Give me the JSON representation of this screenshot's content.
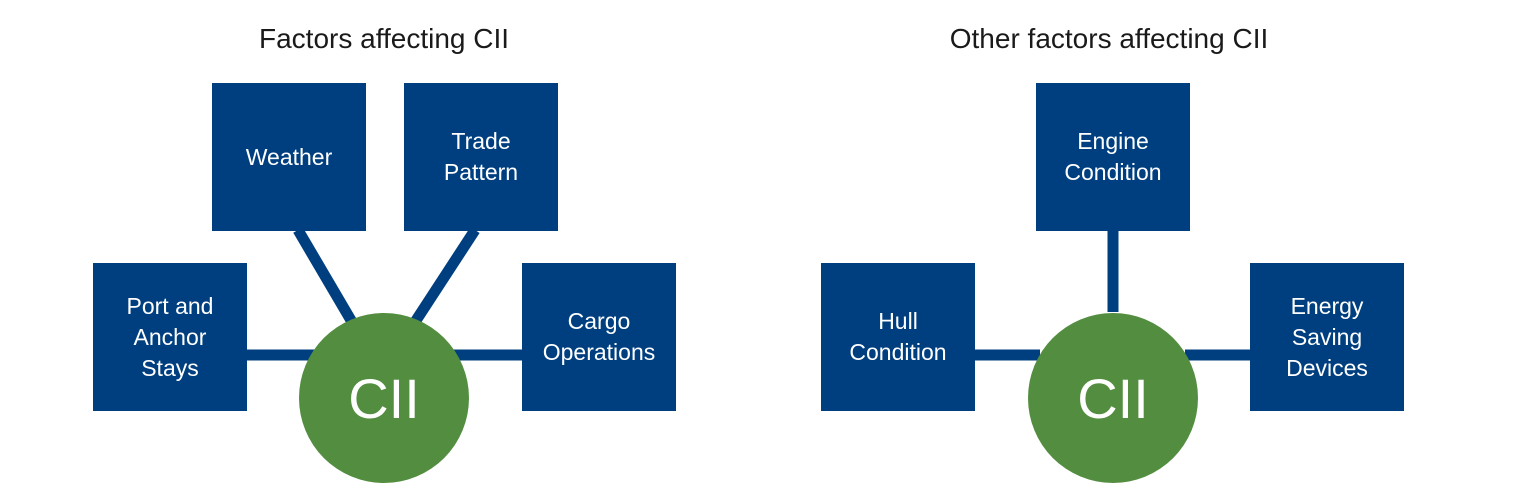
{
  "colors": {
    "box": "#003f7f",
    "hub": "#538d40",
    "link": "#003f7f"
  },
  "left": {
    "title": "Factors affecting CII",
    "hub": "CII",
    "factors": {
      "weather": "Weather",
      "trade_pattern": "Trade\nPattern",
      "port_anchor": "Port and\nAnchor\nStays",
      "cargo_operations": "Cargo\nOperations"
    }
  },
  "right": {
    "title": "Other factors affecting CII",
    "hub": "CII",
    "factors": {
      "engine_condition": "Engine\nCondition",
      "hull_condition": "Hull\nCondition",
      "energy_saving": "Energy\nSaving\nDevices"
    }
  }
}
